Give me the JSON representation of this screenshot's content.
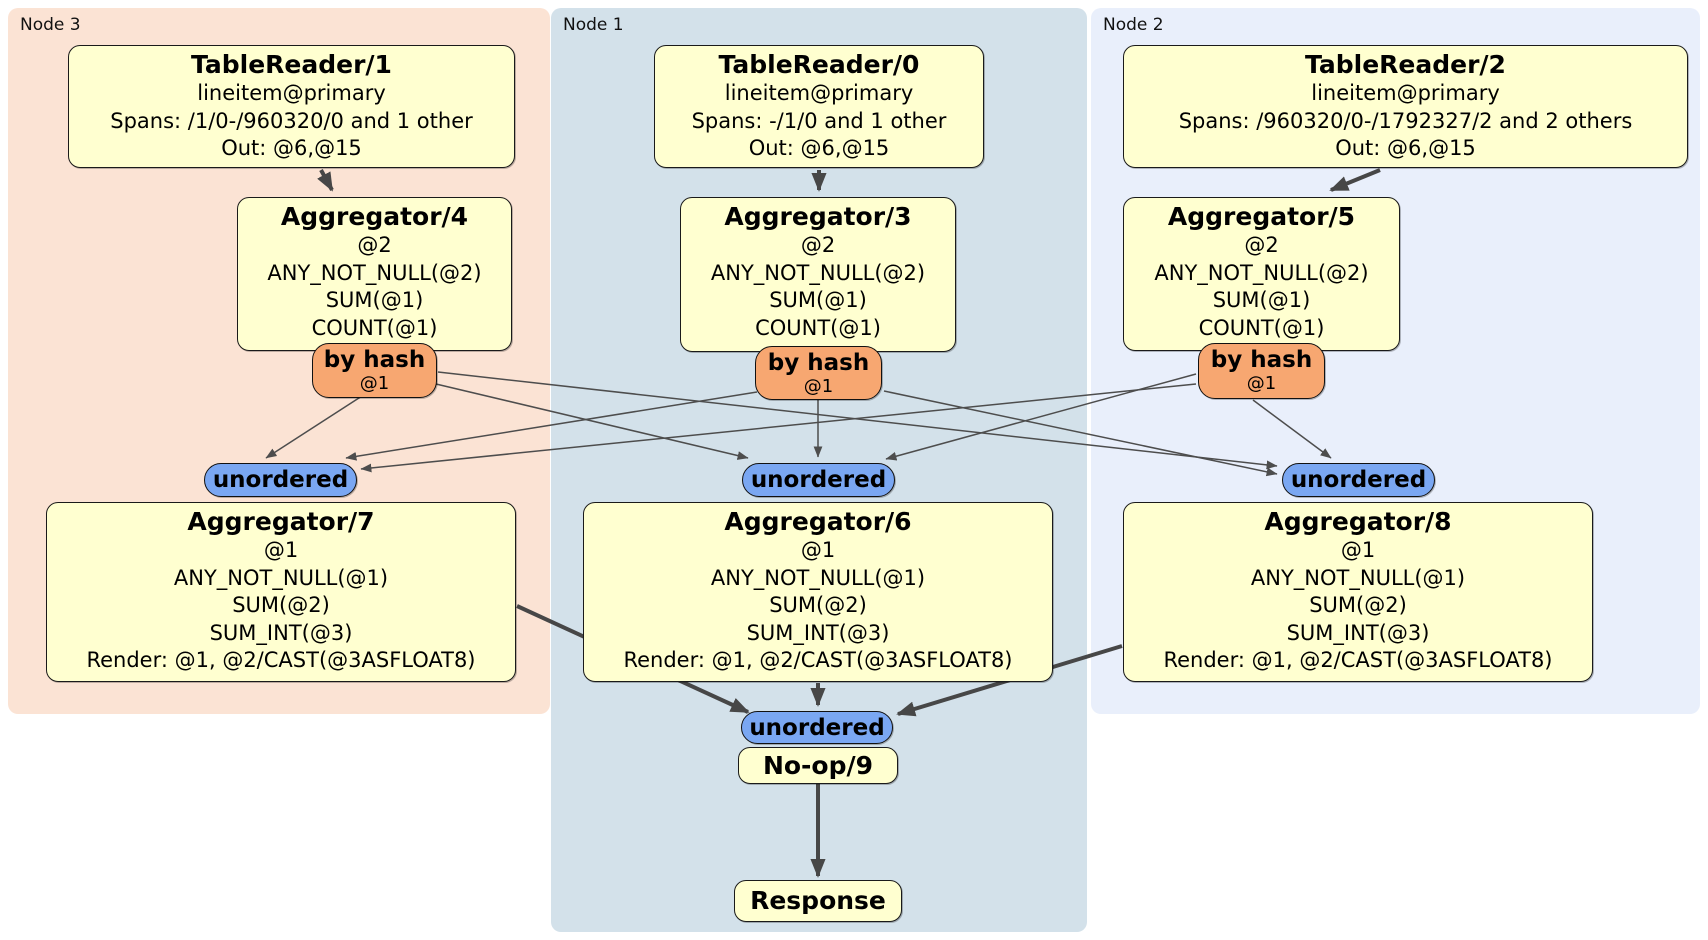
{
  "regions": [
    {
      "label": "Node 3"
    },
    {
      "label": "Node 1"
    },
    {
      "label": "Node 2"
    }
  ],
  "processors": {
    "tr1": {
      "title": "TableReader/1",
      "lines": [
        "lineitem@primary",
        "Spans: /1/0-/960320/0 and 1 other",
        "Out: @6,@15"
      ]
    },
    "tr0": {
      "title": "TableReader/0",
      "lines": [
        "lineitem@primary",
        "Spans: -/1/0 and 1 other",
        "Out: @6,@15"
      ]
    },
    "tr2": {
      "title": "TableReader/2",
      "lines": [
        "lineitem@primary",
        "Spans: /960320/0-/1792327/2 and 2 others",
        "Out: @6,@15"
      ]
    },
    "agg4": {
      "title": "Aggregator/4",
      "lines": [
        "@2",
        "ANY_NOT_NULL(@2)",
        "SUM(@1)",
        "COUNT(@1)"
      ]
    },
    "agg3": {
      "title": "Aggregator/3",
      "lines": [
        "@2",
        "ANY_NOT_NULL(@2)",
        "SUM(@1)",
        "COUNT(@1)"
      ]
    },
    "agg5": {
      "title": "Aggregator/5",
      "lines": [
        "@2",
        "ANY_NOT_NULL(@2)",
        "SUM(@1)",
        "COUNT(@1)"
      ]
    },
    "agg7": {
      "title": "Aggregator/7",
      "lines": [
        "@1",
        "ANY_NOT_NULL(@1)",
        "SUM(@2)",
        "SUM_INT(@3)",
        "Render: @1, @2/CAST(@3ASFLOAT8)"
      ]
    },
    "agg6": {
      "title": "Aggregator/6",
      "lines": [
        "@1",
        "ANY_NOT_NULL(@1)",
        "SUM(@2)",
        "SUM_INT(@3)",
        "Render: @1, @2/CAST(@3ASFLOAT8)"
      ]
    },
    "agg8": {
      "title": "Aggregator/8",
      "lines": [
        "@1",
        "ANY_NOT_NULL(@1)",
        "SUM(@2)",
        "SUM_INT(@3)",
        "Render: @1, @2/CAST(@3ASFLOAT8)"
      ]
    },
    "noop9": {
      "title": "No-op/9"
    },
    "response": {
      "title": "Response"
    }
  },
  "routers": {
    "byhash4": {
      "label": "by hash",
      "detail": "@1"
    },
    "byhash3": {
      "label": "by hash",
      "detail": "@1"
    },
    "byhash5": {
      "label": "by hash",
      "detail": "@1"
    }
  },
  "syncs": {
    "unordered7": {
      "label": "unordered"
    },
    "unordered6": {
      "label": "unordered"
    },
    "unordered8": {
      "label": "unordered"
    },
    "unordered9": {
      "label": "unordered"
    }
  },
  "colors": {
    "node3_bg": "#fbe3d4",
    "node1_bg": "#d3e1ea",
    "node2_bg": "#e9effb",
    "processor_fill": "#ffffd0",
    "router_fill": "#f7a771",
    "sync_fill": "#7aa7f2",
    "edge": "#4d4d4d",
    "border": "#1a1a1a"
  }
}
